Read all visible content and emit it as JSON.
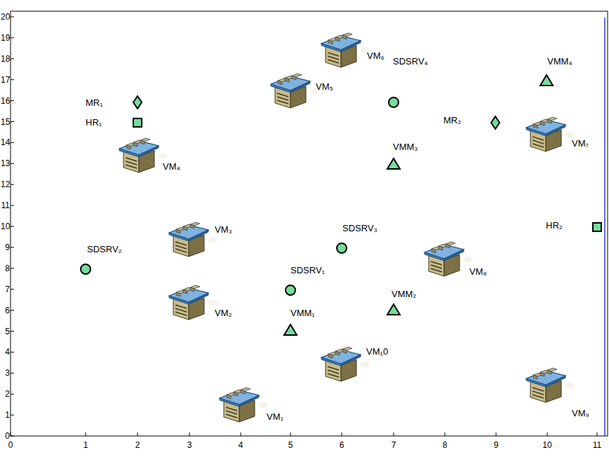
{
  "diagram": {
    "labels": [
      "0",
      "1",
      "2",
      "3",
      "4",
      "5",
      "6",
      "7",
      "8",
      "9",
      "10",
      "11",
      "12",
      "13",
      "14",
      "15",
      "16",
      "17",
      "18",
      "19",
      "20",
      "0",
      "1",
      "2",
      "3",
      "4",
      "5",
      "6",
      "7",
      "8",
      "9",
      "10",
      "11",
      "VM₆",
      "SDSRV₄",
      "VMM₄",
      "VM₅",
      "MR₁",
      "HR₁",
      "MR₂",
      "VMM₃",
      "VM₇",
      "VM₄",
      "HR₂",
      "SDSRV₃",
      "VM₃",
      "SDSRV₂",
      "VM₈",
      "SDSRV₁",
      "VMM₂",
      "VM₂",
      "VMM₁",
      "VM₁0",
      "VM₁",
      "VM₉"
    ]
  }
}
